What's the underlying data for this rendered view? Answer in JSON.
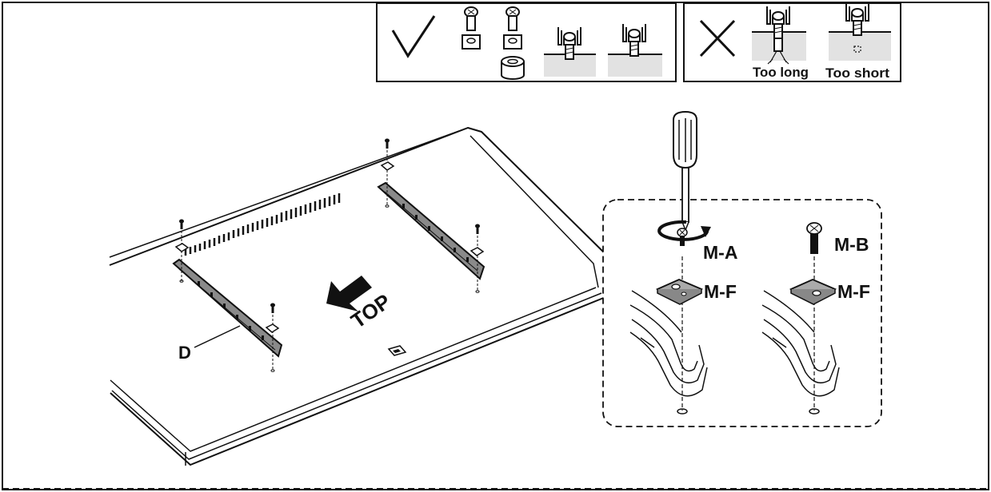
{
  "labels": {
    "too_long": "Too long",
    "too_short": "Too short",
    "screw_a": "M-A",
    "screw_b": "M-B",
    "spacer_f1": "M-F",
    "spacer_f2": "M-F",
    "bracket": "D",
    "top": "TOP"
  },
  "panels": {
    "correct": {
      "mark": "check",
      "examples": 4
    },
    "incorrect": {
      "mark": "cross",
      "examples": 2
    }
  },
  "colors": {
    "line": "#111111",
    "fill": "#ffffff",
    "wall": "#e2e2e2",
    "bracket": "#8a8a8a"
  }
}
